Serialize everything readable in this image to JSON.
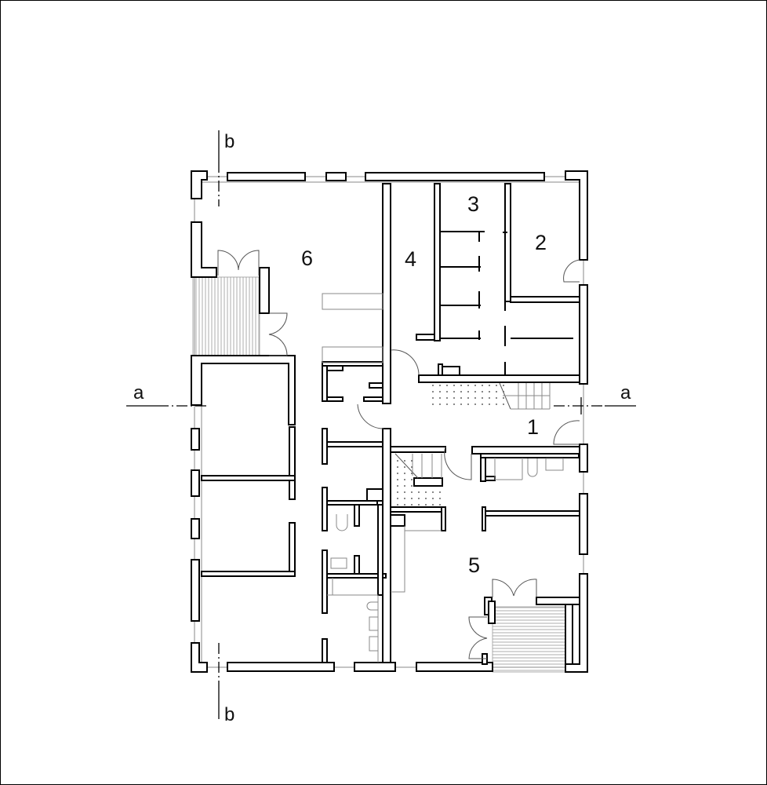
{
  "rooms": [
    {
      "id": "1",
      "label": "1"
    },
    {
      "id": "2",
      "label": "2"
    },
    {
      "id": "3",
      "label": "3"
    },
    {
      "id": "4",
      "label": "4"
    },
    {
      "id": "5",
      "label": "5"
    },
    {
      "id": "6",
      "label": "6"
    }
  ],
  "sections": {
    "a_left": "a",
    "a_right": "a",
    "b_top": "b",
    "b_bottom": "b"
  }
}
